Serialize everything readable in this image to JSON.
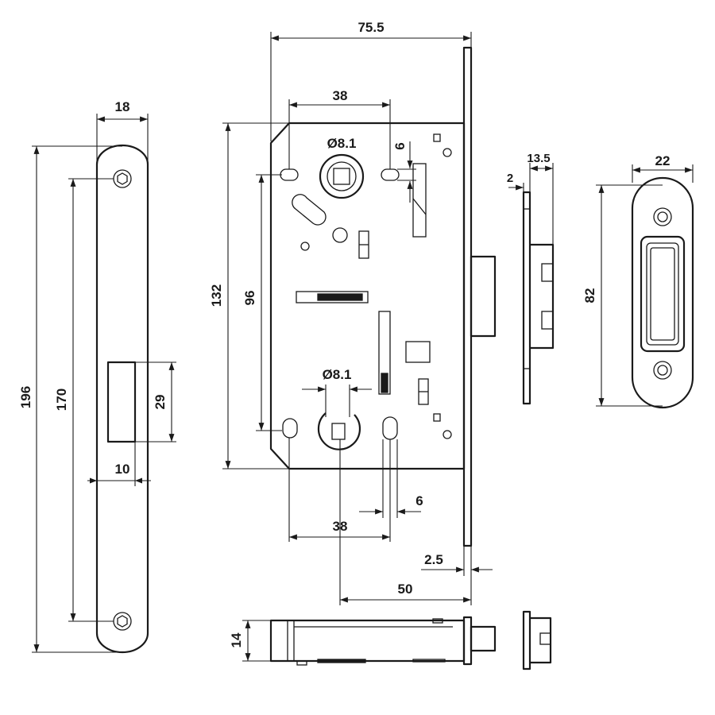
{
  "dimensions": {
    "strike_plate": {
      "width": "18",
      "total_height": "196",
      "hole_spacing": "170",
      "latch_window_height": "29",
      "latch_window_offset": "10"
    },
    "lock_body": {
      "total_width": "75.5",
      "body_height": "132",
      "handle_spindle_spacing": "96",
      "top_hole_spacing": "38",
      "top_slot_width": "6",
      "top_spindle_diameter": "Ø8.1",
      "bottom_spindle_diameter": "Ø8.1",
      "bottom_hole_spacing": "38",
      "bottom_slot_width": "6",
      "faceplate_thickness": "2.5",
      "backset": "50",
      "depth": "14"
    },
    "side_view": {
      "plate_thickness": "2",
      "overall_depth": "13.5"
    },
    "keeper": {
      "width": "22",
      "height": "82"
    }
  }
}
